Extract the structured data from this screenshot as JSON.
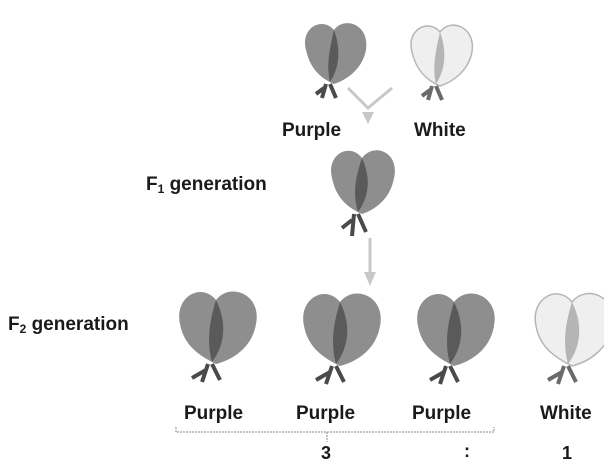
{
  "parents": {
    "left_label": "Purple",
    "right_label": "White"
  },
  "f1": {
    "prefix": "F",
    "subscript": "1",
    "suffix": " generation"
  },
  "f2": {
    "prefix": "F",
    "subscript": "2",
    "suffix": " generation",
    "labels": [
      "Purple",
      "Purple",
      "Purple",
      "White"
    ]
  },
  "ratio": {
    "left": "3",
    "separator": ":",
    "right": "1"
  },
  "colors": {
    "purple_petal": "#8e8e8e",
    "purple_shade": "#4a4a4a",
    "white_petal": "#efefef",
    "white_shade": "#b5b5b5",
    "stem": "#6a6a6a",
    "arrow": "#c8c8c8"
  }
}
